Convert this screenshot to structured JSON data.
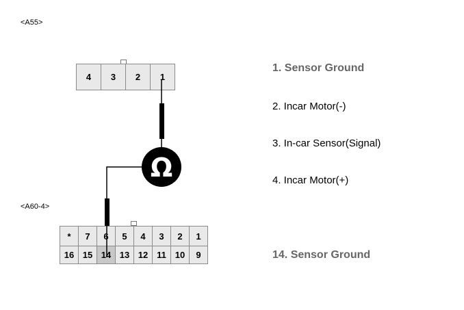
{
  "connectors": {
    "a55": {
      "label": "<A55>",
      "pins": [
        "4",
        "3",
        "2",
        "1"
      ]
    },
    "a60": {
      "label": "<A60-4>",
      "row_top": [
        "*",
        "7",
        "6",
        "5",
        "4",
        "3",
        "2",
        "1"
      ],
      "row_bottom": [
        "16",
        "15",
        "14",
        "13",
        "12",
        "11",
        "10",
        "9"
      ]
    }
  },
  "meter": {
    "symbol": "Ω",
    "icon": "ohm-meter-icon"
  },
  "legend": {
    "items": [
      "1. Sensor Ground",
      "2. Incar Motor(-)",
      "3. In-car Sensor(Signal)",
      "4. Incar Motor(+)",
      "14. Sensor Ground"
    ]
  },
  "colors": {
    "pin_fill": "#e9e9e9",
    "pin_highlight": "#c8c8c8",
    "wire": "#000000",
    "legend_bold": "#666666"
  }
}
